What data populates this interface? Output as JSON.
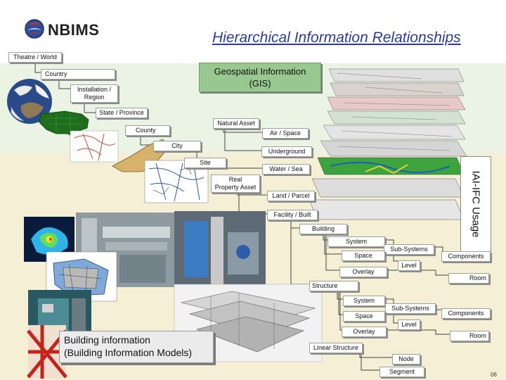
{
  "header": {
    "logo_text": "NBIMS",
    "title": "Hierarchical Information Relationships"
  },
  "gis_box": {
    "line1": "Geospatial Information",
    "line2": "(GIS)"
  },
  "bim_box": {
    "line1": "Building information",
    "line2": "(Building Information Models)"
  },
  "ifc_label": "IAI-IFC Usage",
  "nodes": {
    "theatre_world": "Theatre / World",
    "country": "Country",
    "installation_line1": "Installation /",
    "installation_line2": "Region",
    "state_province": "State / Province",
    "natural_asset": "Natural Asset",
    "county": "County",
    "air_space": "Air / Space",
    "city": "City",
    "underground": "Underground",
    "site": "Site",
    "water_sea": "Water / Sea",
    "real_property_line1": "Real",
    "real_property_line2": "Property Asset",
    "land_parcel": "Land / Parcel",
    "facility_built": "Facility / Built",
    "building": "Building",
    "system_1": "System",
    "sub_systems_1": "Sub-Systems",
    "components_1": "Components",
    "space_1": "Space",
    "level_1": "Level",
    "overlay_1": "Overlay",
    "room_1": "Room",
    "structure": "Structure",
    "system_2": "System",
    "sub_systems_2": "Sub-Systems",
    "components_2": "Components",
    "space_2": "Space",
    "level_2": "Level",
    "overlay_2": "Overlay",
    "room_2": "Room",
    "linear_structure": "Linear Structure",
    "node": "Node",
    "segment": "Segment"
  },
  "page_number": "06",
  "colors": {
    "title_blue": "#2a3d8f",
    "gis_green": "#98c890",
    "band_green": "#eaf3e4",
    "band_cream": "#f5efd6",
    "us_map_green": "#1e6e1e",
    "virginia_tan": "#d8b26a"
  }
}
